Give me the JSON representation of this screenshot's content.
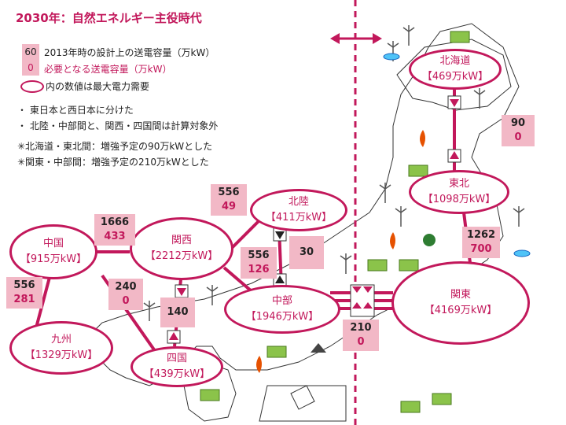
{
  "title": "2030年：自然エネルギー主役時代",
  "legend": {
    "box_top": "60",
    "box_bottom": "0",
    "design_capacity": "2013年時の設計上の送電容量（万kW）",
    "required_capacity": "必要となる送電容量（万kW）",
    "peak_demand": "内の数値は最大電力需要"
  },
  "notes": [
    "・ 東日本と西日本に分けた",
    "・ 北陸・中部間と、関西・四国間は計算対象外",
    "✳北海道・東北間：増強予定の90万kWとした",
    "✳関東・中部間：増強予定の210万kWとした"
  ],
  "regions": {
    "hokkaido": {
      "name": "北海道",
      "demand": "【469万kW】"
    },
    "tohoku": {
      "name": "東北",
      "demand": "【1098万kW】"
    },
    "kanto": {
      "name": "関東",
      "demand": "【4169万kW】"
    },
    "chubu": {
      "name": "中部",
      "demand": "【1946万kW】"
    },
    "hokuriku": {
      "name": "北陸",
      "demand": "【411万kW】"
    },
    "kansai": {
      "name": "関西",
      "demand": "【2212万kW】"
    },
    "chugoku": {
      "name": "中国",
      "demand": "【915万kW】"
    },
    "shikoku": {
      "name": "四国",
      "demand": "【439万kW】"
    },
    "kyushu": {
      "name": "九州",
      "demand": "【1329万kW】"
    }
  },
  "links": {
    "hokkaido_tohoku": {
      "design": "90",
      "required": "0"
    },
    "tohoku_kanto": {
      "design": "1262",
      "required": "700"
    },
    "kanto_chubu": {
      "design": "210",
      "required": "0"
    },
    "hokuriku_kansai": {
      "design": "556",
      "required": "49"
    },
    "chubu_kansai": {
      "design": "556",
      "required": "126"
    },
    "hokuriku_chubu": {
      "design": "30"
    },
    "chugoku_kansai": {
      "design": "1666",
      "required": "433"
    },
    "chugoku_kyushu": {
      "design": "556",
      "required": "281"
    },
    "chugoku_shikoku": {
      "design": "240",
      "required": "0"
    },
    "kansai_shikoku": {
      "design": "140"
    }
  },
  "colors": {
    "accent": "#c2185b",
    "box": "#f2b8c6"
  }
}
